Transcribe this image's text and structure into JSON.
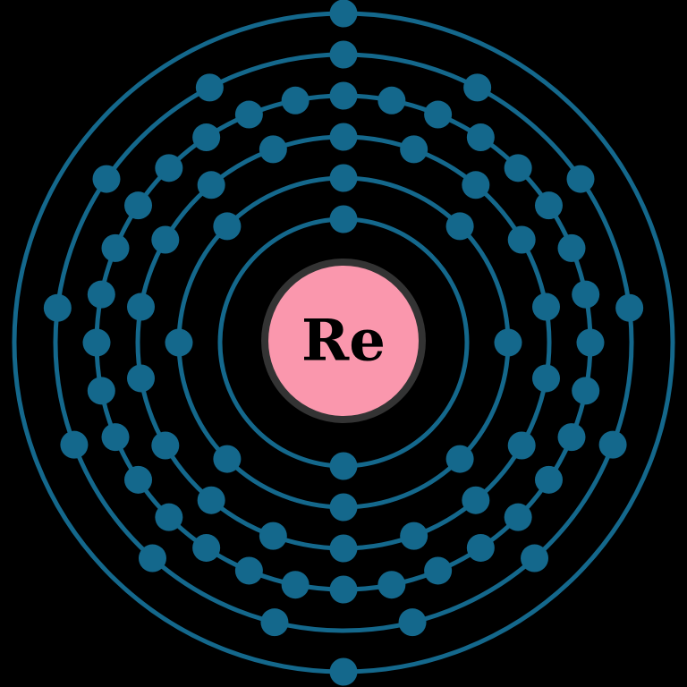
{
  "diagram": {
    "kind": "electron-shell-diagram",
    "nucleus": {
      "symbol": "Re"
    },
    "shells": {
      "electrons_per_shell_inner_to_outer": [
        2,
        8,
        18,
        32,
        13,
        2
      ],
      "shell_count": 6,
      "total_electrons": 75
    },
    "colors": {
      "background": "#000000",
      "shell_ring": "#14688C",
      "electron": "#14688C",
      "nucleus_fill": "#FA97AD",
      "nucleus_border": "#333333",
      "symbol_text": "#000000"
    }
  }
}
